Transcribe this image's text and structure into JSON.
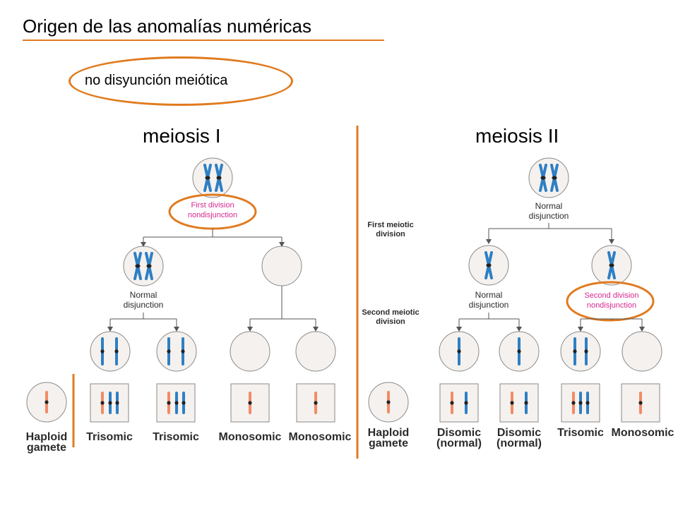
{
  "title": "Origen de las anomalías numéricas",
  "subtitle": "no disyunción meiótica",
  "headings": {
    "left": "meiosis I",
    "right": "meiosis II"
  },
  "diagram": {
    "left_captions": {
      "first_division_nondisjunction": [
        "First division",
        "nondisjunction"
      ],
      "normal_disjunction": [
        "Normal",
        "disjunction"
      ]
    },
    "middle_labels": {
      "first_meiotic_division": [
        "First meiotic",
        "division"
      ],
      "second_meiotic_division": [
        "Second meiotic",
        "division"
      ]
    },
    "right_captions": {
      "normal_disjunction_top": [
        "Normal",
        "disjunction"
      ],
      "normal_disjunction_mid": [
        "Normal",
        "disjunction"
      ],
      "second_division_nondisjunction": [
        "Second division",
        "nondisjunction"
      ]
    },
    "gametes_left": [
      {
        "label": [
          "Haploid",
          "gamete"
        ]
      },
      {
        "label": [
          "Trisomic"
        ]
      },
      {
        "label": [
          "Trisomic"
        ]
      },
      {
        "label": [
          "Monosomic"
        ]
      },
      {
        "label": [
          "Monosomic"
        ]
      }
    ],
    "gametes_right": [
      {
        "label": [
          "Haploid",
          "gamete"
        ]
      },
      {
        "label": [
          "Disomic",
          "(normal)"
        ]
      },
      {
        "label": [
          "Disomic",
          "(normal)"
        ]
      },
      {
        "label": [
          "Trisomic"
        ]
      },
      {
        "label": [
          "Monosomic"
        ]
      }
    ]
  },
  "colors": {
    "accent": "#e07b1f",
    "chromosome_blue": "#2e7fc4",
    "chromosome_orange": "#f08c66",
    "cell_fill": "#f5f1ee",
    "caption_pink": "#d6288f"
  }
}
